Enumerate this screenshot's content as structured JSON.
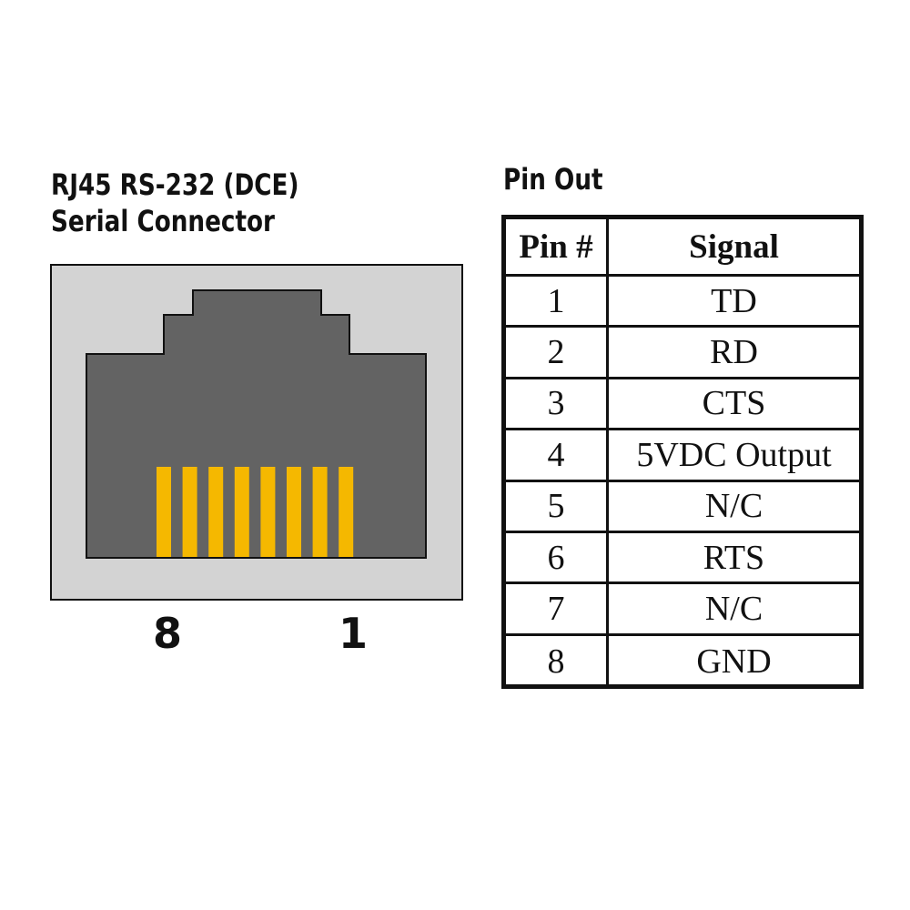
{
  "connector": {
    "title_line1": "RJ45 RS-232 (DCE)",
    "title_line2": "Serial Connector",
    "pin_left": "8",
    "pin_right": "1",
    "colors": {
      "housing": "#d3d3d3",
      "jack": "#636363",
      "contact": "#f5b800",
      "outline": "#111111"
    },
    "contact_count": 8
  },
  "pinout": {
    "title": "Pin Out",
    "header_pin": "Pin #",
    "header_signal": "Signal",
    "rows": [
      {
        "pin": "1",
        "signal": "TD"
      },
      {
        "pin": "2",
        "signal": "RD"
      },
      {
        "pin": "3",
        "signal": "CTS"
      },
      {
        "pin": "4",
        "signal": "5VDC Output"
      },
      {
        "pin": "5",
        "signal": "N/C"
      },
      {
        "pin": "6",
        "signal": "RTS"
      },
      {
        "pin": "7",
        "signal": "N/C"
      },
      {
        "pin": "8",
        "signal": "GND"
      }
    ]
  }
}
